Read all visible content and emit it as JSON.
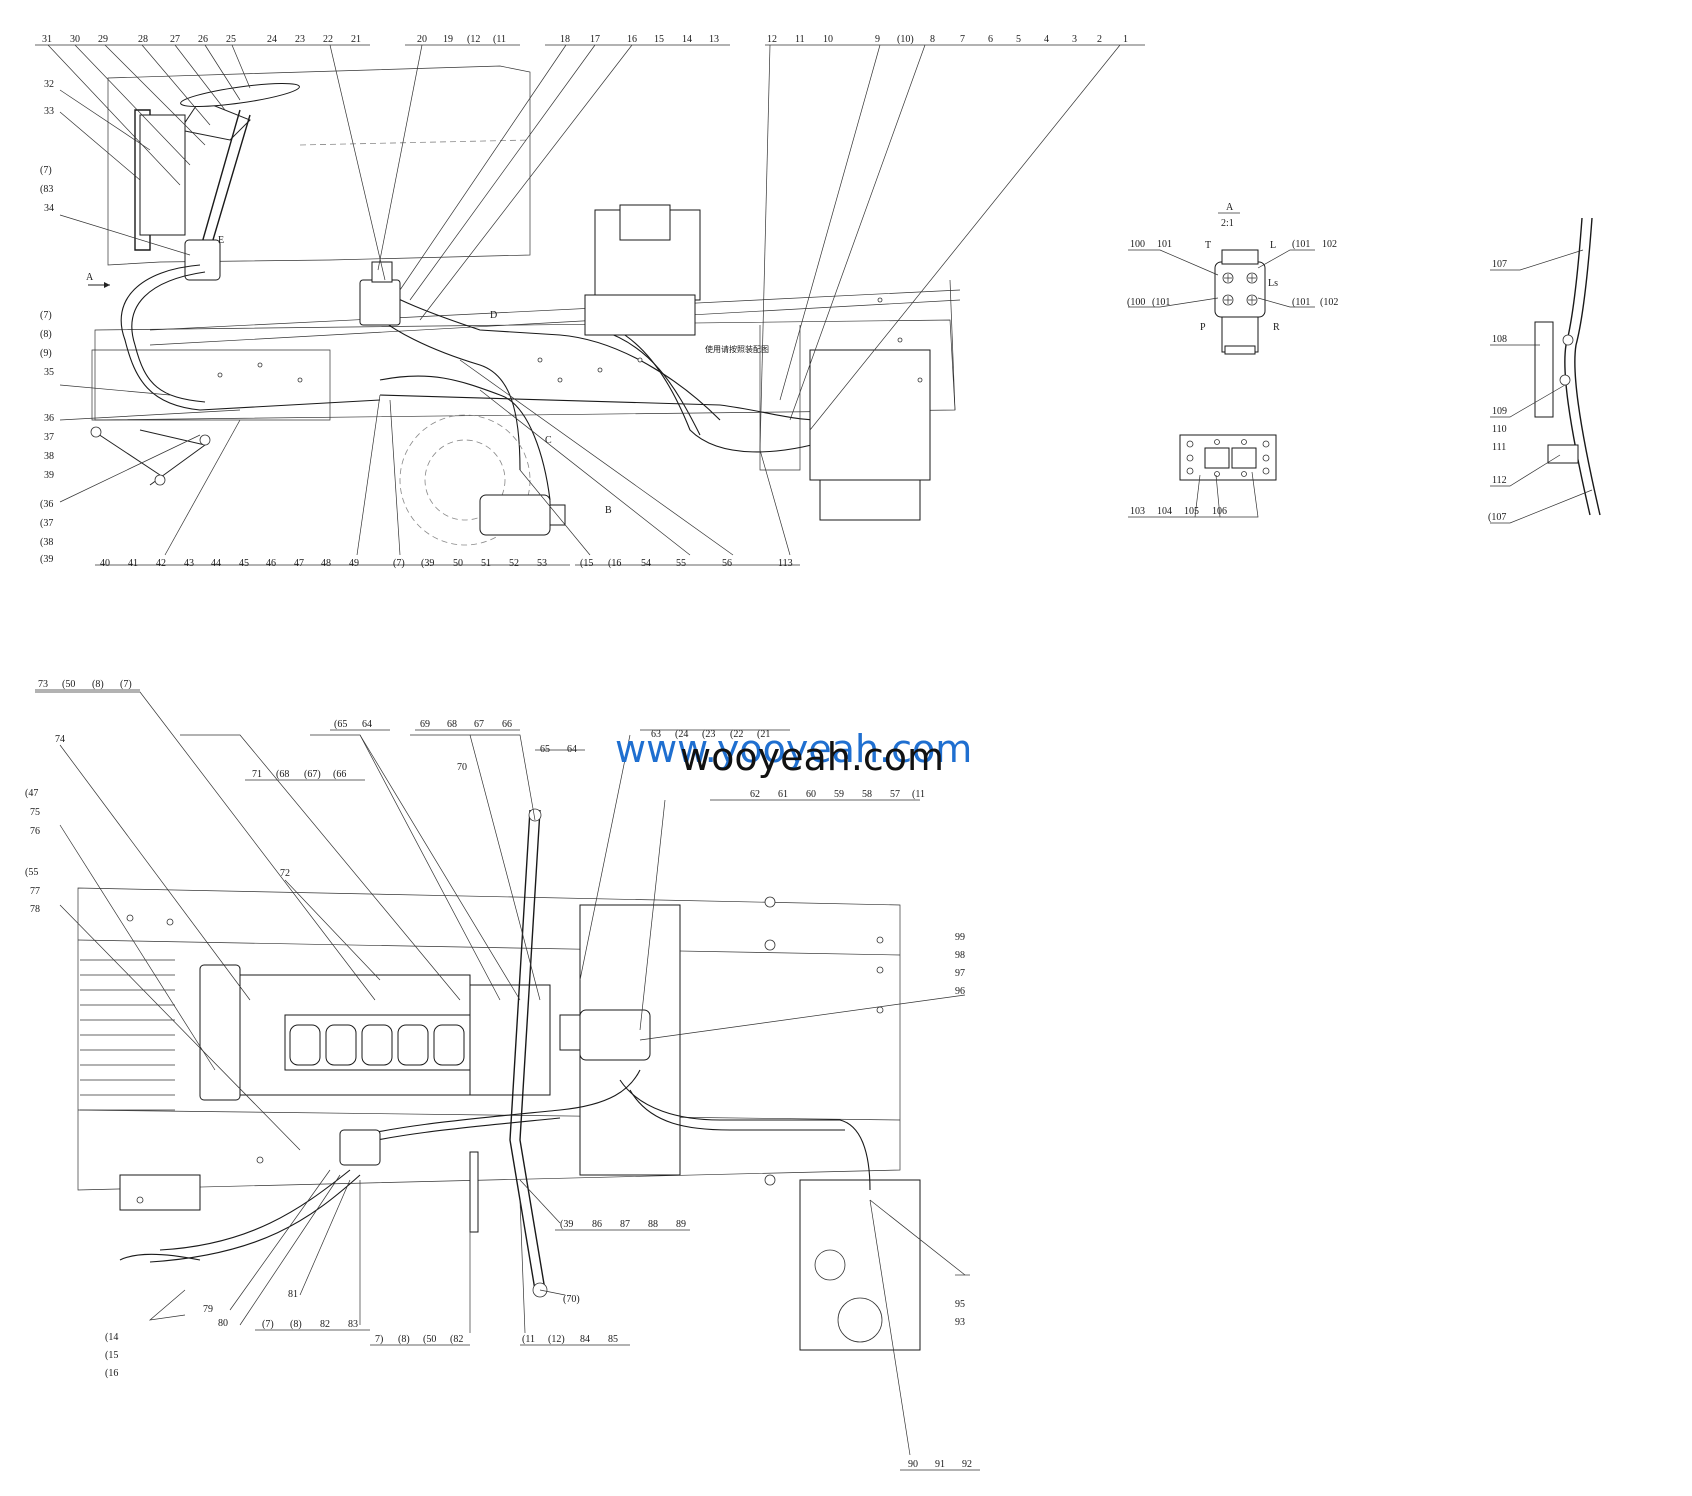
{
  "top_view": {
    "labels_top": [
      "31",
      "30",
      "29",
      "28",
      "27",
      "26",
      "25",
      "24",
      "23",
      "22",
      "21",
      "20",
      "19",
      "(12",
      "(11",
      "18",
      "17",
      "16",
      "15",
      "14",
      "13",
      "12",
      "11",
      "10",
      "9",
      "(10)",
      "8",
      "7",
      "6",
      "5",
      "4",
      "3",
      "2",
      "1"
    ],
    "labels_left": [
      "32",
      "33",
      "(7)",
      "(83",
      "34",
      "A",
      "(7)",
      "(8)",
      "(9)",
      "35",
      "36",
      "37",
      "38",
      "39",
      "(36",
      "(37",
      "(38",
      "(39"
    ],
    "labels_bottom": [
      "40",
      "41",
      "42",
      "43",
      "44",
      "45",
      "46",
      "47",
      "48",
      "49",
      "(7)",
      "(39",
      "50",
      "51",
      "52",
      "53",
      "(15",
      "(16",
      "54",
      "55",
      "56",
      "113"
    ],
    "inline_letters": [
      "E",
      "D",
      "C",
      "B"
    ],
    "chinese_note": "使用请按照装配图"
  },
  "detail_a": {
    "title": "A",
    "scale": "2:1",
    "port_letters": [
      "T",
      "L",
      "Ls",
      "P",
      "R"
    ],
    "labels_left": [
      "100",
      "101",
      "(100",
      "(101"
    ],
    "labels_right": [
      "(101",
      "102",
      "(101",
      "(102"
    ],
    "labels_bottom": [
      "103",
      "104",
      "105",
      "106"
    ]
  },
  "detail_side": {
    "labels": [
      "107",
      "108",
      "109",
      "110",
      "111",
      "112",
      "(107"
    ]
  },
  "bottom_view": {
    "labels_top": [
      "73",
      "(50",
      "(8)",
      "(7)",
      "(65",
      "64",
      "69",
      "68",
      "67",
      "66",
      "65",
      "64",
      "70",
      "71",
      "(68",
      "(67)",
      "(66",
      "63",
      "(24",
      "(23",
      "(22",
      "(21",
      "62",
      "61",
      "60",
      "59",
      "58",
      "57",
      "(11"
    ],
    "labels_left": [
      "74",
      "(47",
      "75",
      "76",
      "(55",
      "77",
      "78"
    ],
    "labels_mid": [
      "72"
    ],
    "labels_right": [
      "99",
      "98",
      "97",
      "96",
      "95",
      "93"
    ],
    "labels_bottom": [
      "(14",
      "(15",
      "(16",
      "79",
      "80",
      "81",
      "(7)",
      "(8)",
      "82",
      "83",
      "7)",
      "(8)",
      "(50",
      "(82",
      "(39",
      "86",
      "87",
      "88",
      "89",
      "(70)",
      "(11",
      "(12)",
      "84",
      "85",
      "90",
      "91",
      "92"
    ]
  },
  "watermark": {
    "text_a": "www.yooyeah.com",
    "text_b": "wooyeah.com",
    "color_a": "#1f6fd0",
    "color_b": "#111111"
  }
}
